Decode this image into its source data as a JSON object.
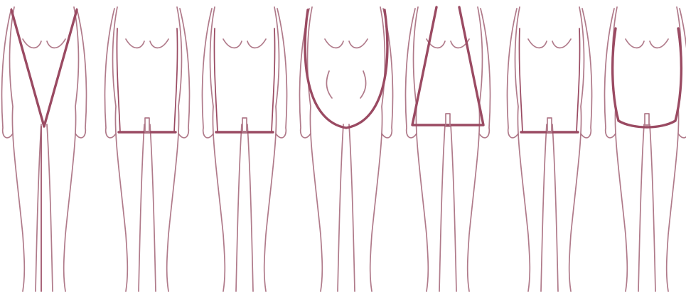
{
  "colors": {
    "outline": "#b07a8a",
    "marker": "#9a4a62",
    "background": "#ffffff"
  },
  "figures": [
    {
      "id": "figure-1",
      "style": "v-line"
    },
    {
      "id": "figure-2",
      "style": "straight-band"
    },
    {
      "id": "figure-3",
      "style": "straight-band"
    },
    {
      "id": "figure-4",
      "style": "apple-curve"
    },
    {
      "id": "figure-5",
      "style": "triangle"
    },
    {
      "id": "figure-6",
      "style": "straight-band"
    },
    {
      "id": "figure-7",
      "style": "curved-band"
    }
  ]
}
